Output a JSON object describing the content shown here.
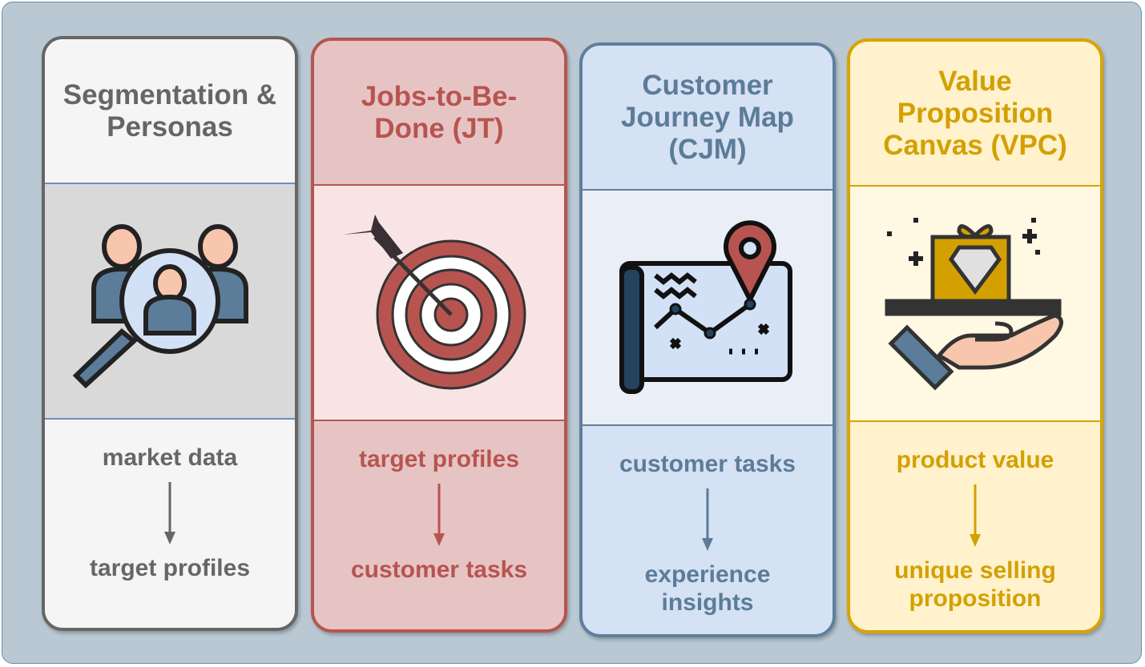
{
  "colors": {
    "gray": "#666666",
    "red": "#b85450",
    "blue": "#5c7c98",
    "gold": "#d4a000"
  },
  "cards": [
    {
      "title": "Segmentation & Personas",
      "icon": "people-magnifier-icon",
      "input": "market data",
      "output": "target profiles"
    },
    {
      "title": "Jobs-to-Be-Done (JT)",
      "icon": "target-arrow-icon",
      "input": "target profiles",
      "output": "customer tasks"
    },
    {
      "title": "Customer Journey Map (CJM)",
      "icon": "map-pin-icon",
      "input": "customer tasks",
      "output": "experience insights"
    },
    {
      "title": "Value Proposition Canvas (VPC)",
      "icon": "gift-diamond-hand-icon",
      "input": "product value",
      "output": "unique selling proposition"
    }
  ]
}
